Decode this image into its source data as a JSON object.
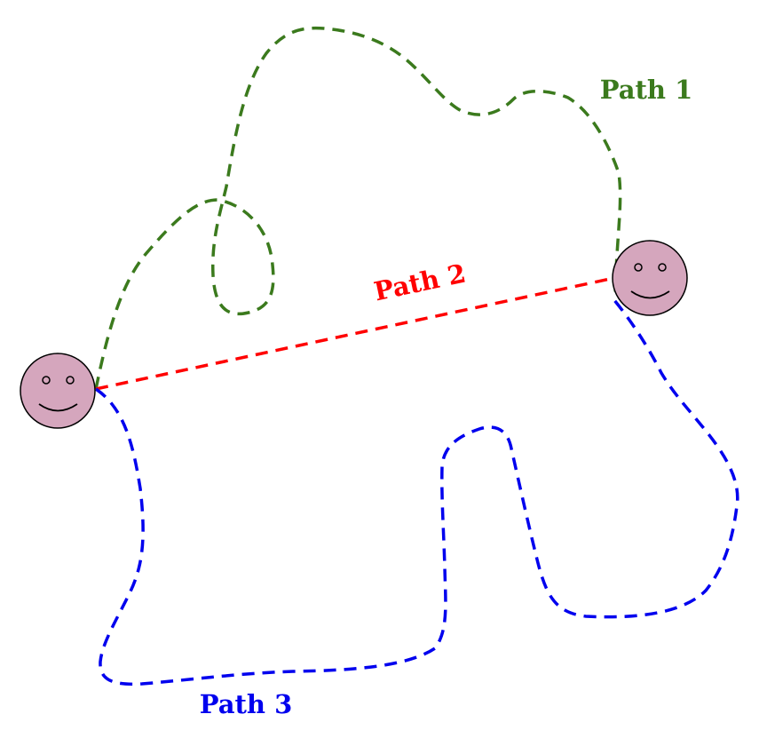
{
  "labels": {
    "path1": "Path 1",
    "path2": "Path 2",
    "path3": "Path 3"
  },
  "colors": {
    "path1": "#3b7a1d",
    "path2": "#ff0000",
    "path3": "#0000ee",
    "face": "#d5a6bd"
  },
  "nodes": [
    "start-face",
    "end-face"
  ]
}
